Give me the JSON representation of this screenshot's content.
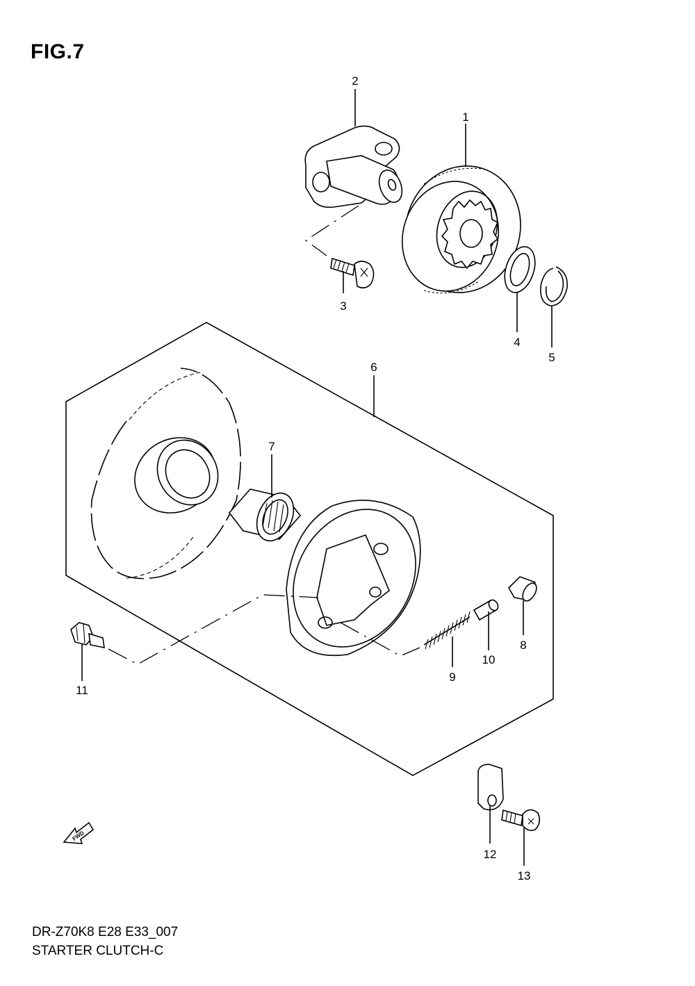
{
  "figure": {
    "title": "FIG.7",
    "code": "DR-Z70K8 E28 E33_007",
    "name": "STARTER CLUTCH-C",
    "fwd_label": "FWD"
  },
  "parts": [
    {
      "ref": "1",
      "label": "1"
    },
    {
      "ref": "2",
      "label": "2"
    },
    {
      "ref": "3",
      "label": "3"
    },
    {
      "ref": "4",
      "label": "4"
    },
    {
      "ref": "5",
      "label": "5"
    },
    {
      "ref": "6",
      "label": "6"
    },
    {
      "ref": "7",
      "label": "7"
    },
    {
      "ref": "8",
      "label": "8"
    },
    {
      "ref": "9",
      "label": "9"
    },
    {
      "ref": "10",
      "label": "10"
    },
    {
      "ref": "11",
      "label": "11"
    },
    {
      "ref": "12",
      "label": "12"
    },
    {
      "ref": "13",
      "label": "13"
    }
  ]
}
